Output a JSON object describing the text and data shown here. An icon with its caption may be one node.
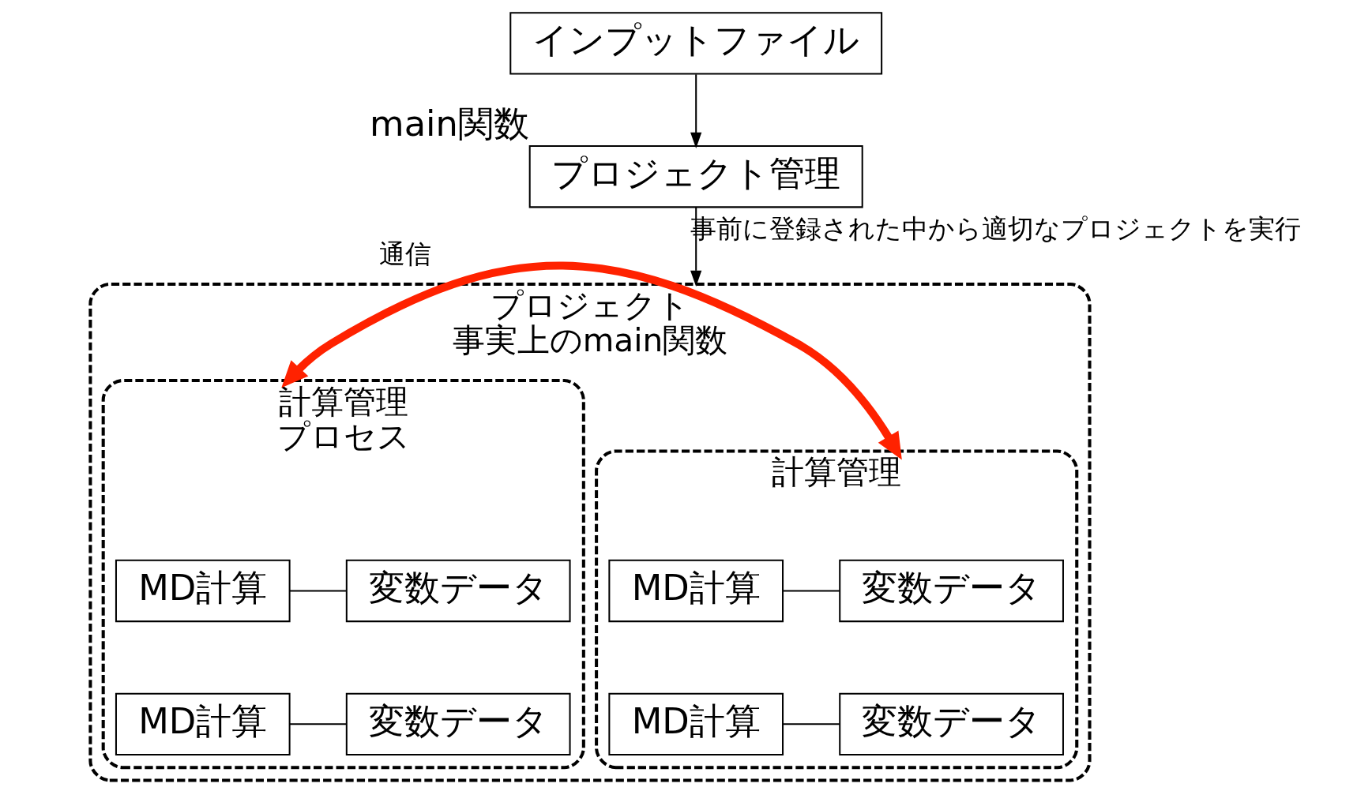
{
  "diagram": {
    "nodes": [
      {
        "text": [
          "インプットファイル"
        ]
      },
      {
        "text": [
          "プロジェクト管理"
        ],
        "beside": [
          "main関数"
        ]
      },
      {
        "text": [
          "プロジェクト"
        ],
        "beside": [
          "事実上のmain関数"
        ]
      },
      {
        "text": [
          "計算管理"
        ],
        "in": 2
      },
      {
        "text": [
          "MD計算"
        ],
        "in": 3
      },
      {
        "text": [
          "変数データ"
        ],
        "in": 3
      },
      {
        "text": [
          "MD計算"
        ],
        "in": 3
      },
      {
        "text": [
          "変数データ"
        ],
        "in": 3
      },
      {
        "text": [
          "計算管理"
        ],
        "beside": [
          "プロセス"
        ],
        "in": 2
      },
      {
        "text": [
          "MD計算"
        ],
        "in": 8
      },
      {
        "text": [
          "変数データ"
        ],
        "in": 8
      },
      {
        "text": [
          "MD計算"
        ],
        "in": 8
      },
      {
        "text": [
          "変数データ"
        ],
        "in": 8
      }
    ],
    "edges": [
      {
        "from": 0,
        "to": 1,
        "arrow": "to"
      },
      {
        "from": 1,
        "to": 2,
        "arrow": "to",
        "label": "事前に登録された中から適切なプロジェクトを実行"
      },
      {
        "from": 4,
        "to": 5,
        "arrow": "none"
      },
      {
        "from": 6,
        "to": 7,
        "arrow": "none"
      },
      {
        "from": 9,
        "to": 10,
        "arrow": "none"
      },
      {
        "from": 11,
        "to": 12,
        "arrow": "none"
      },
      {
        "from": 3,
        "to": 8,
        "arrow": "both",
        "label": "通信",
        "style": "thick",
        "color": "#ff2200"
      }
    ]
  }
}
